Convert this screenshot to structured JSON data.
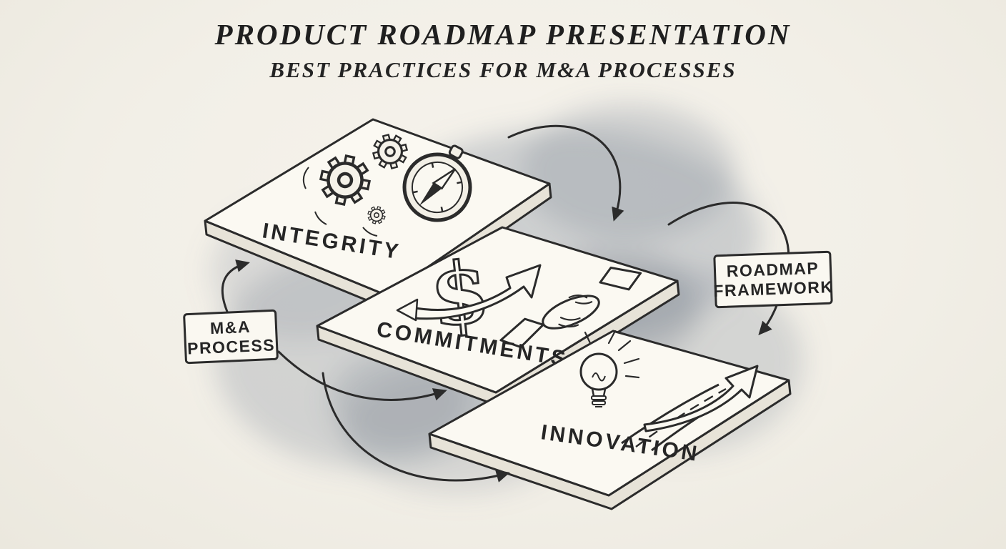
{
  "title": "PRODUCT ROADMAP PRESENTATION",
  "subtitle": "BEST PRACTICES FOR M&A PROCESSES",
  "panels": [
    {
      "id": "integrity",
      "label": "INTEGRITY",
      "icons": [
        "gears-icon",
        "compass-icon"
      ]
    },
    {
      "id": "commitments",
      "label": "COMMITMENTS",
      "icons": [
        "dollar-icon",
        "ribbon-arrow-icon",
        "handshake-icon"
      ]
    },
    {
      "id": "innovation",
      "label": "INNOVATION",
      "icons": [
        "lightbulb-icon",
        "road-icon",
        "growth-arrow-icon"
      ]
    }
  ],
  "callouts": [
    {
      "id": "ma-process",
      "lines": [
        "M&A",
        "PROCESS"
      ]
    },
    {
      "id": "roadmap-framework",
      "lines": [
        "ROADMAP",
        "FRAMEWORK"
      ]
    }
  ],
  "icons": {
    "dollar": "$"
  },
  "colors": {
    "background": "#f2efe8",
    "ink": "#2b2b2b",
    "panel_face": "#fbf9f2",
    "panel_edge": "#e7e3d8",
    "wash": "#8e97a3"
  }
}
